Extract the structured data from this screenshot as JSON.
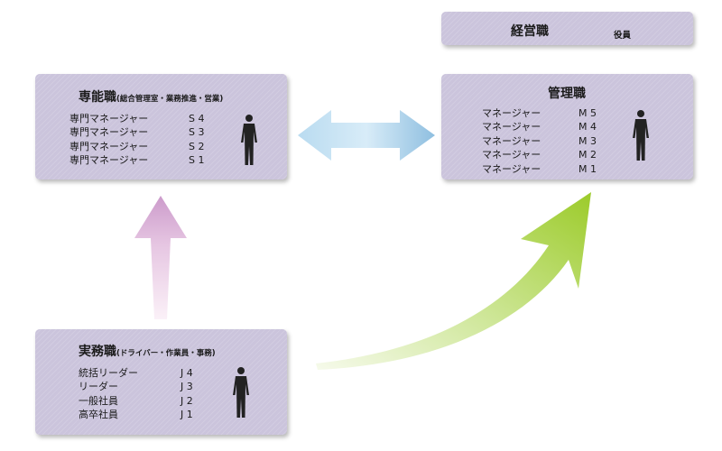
{
  "executive": {
    "title": "経営職",
    "sub": "役員"
  },
  "specialist": {
    "title": "専能職",
    "sub": "(総合管理室・業務推進・営業)",
    "rows": [
      {
        "label": "専門マネージャー",
        "grade": "S 4"
      },
      {
        "label": "専門マネージャー",
        "grade": "S 3"
      },
      {
        "label": "専門マネージャー",
        "grade": "S 2"
      },
      {
        "label": "専門マネージャー",
        "grade": "S 1"
      }
    ]
  },
  "management": {
    "title": "管理職",
    "rows": [
      {
        "label": "マネージャー",
        "grade": "M 5"
      },
      {
        "label": "マネージャー",
        "grade": "M 4"
      },
      {
        "label": "マネージャー",
        "grade": "M 3"
      },
      {
        "label": "マネージャー",
        "grade": "M 2"
      },
      {
        "label": "マネージャー",
        "grade": "M 1"
      }
    ]
  },
  "practical": {
    "title": "実務職",
    "sub": "(ドライバー・作業員・事務)",
    "rows": [
      {
        "label": "統括リーダー",
        "grade": "J 4"
      },
      {
        "label": "リーダー",
        "grade": "J 3"
      },
      {
        "label": "一般社員",
        "grade": "J 2"
      },
      {
        "label": "高卒社員",
        "grade": "J 1"
      }
    ]
  },
  "colors": {
    "box_fill": "#cbc4dc",
    "double_arrow": "#9fc7e3",
    "up_arrow": "#d4a9d2",
    "curve_arrow": "#a9d23c",
    "person": "#222222"
  },
  "icons": [
    "person-silhouette-icon"
  ]
}
